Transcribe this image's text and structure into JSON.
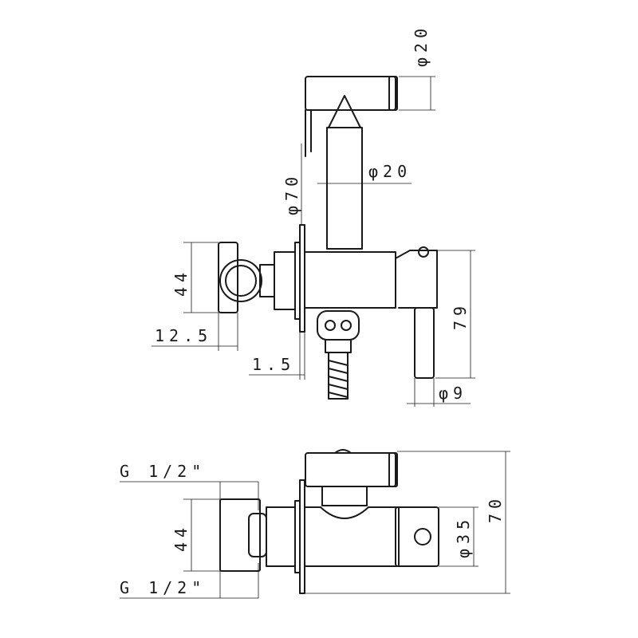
{
  "front_view": {
    "dim_spray_head_diameter": "φ20",
    "dim_hose_diameter": "φ20",
    "dim_flange_diameter": "φ70",
    "dim_holder_height": "44",
    "dim_holder_offset": "12.5",
    "dim_flange_thickness": "1.5",
    "dim_valve_height": "79",
    "dim_lever_diameter": "φ9"
  },
  "side_view": {
    "dim_thread_top": "G 1/2\"",
    "dim_holder_height": "44",
    "dim_thread_bottom": "G 1/2\"",
    "dim_total_height": "70",
    "dim_valve_diameter": "φ35"
  }
}
